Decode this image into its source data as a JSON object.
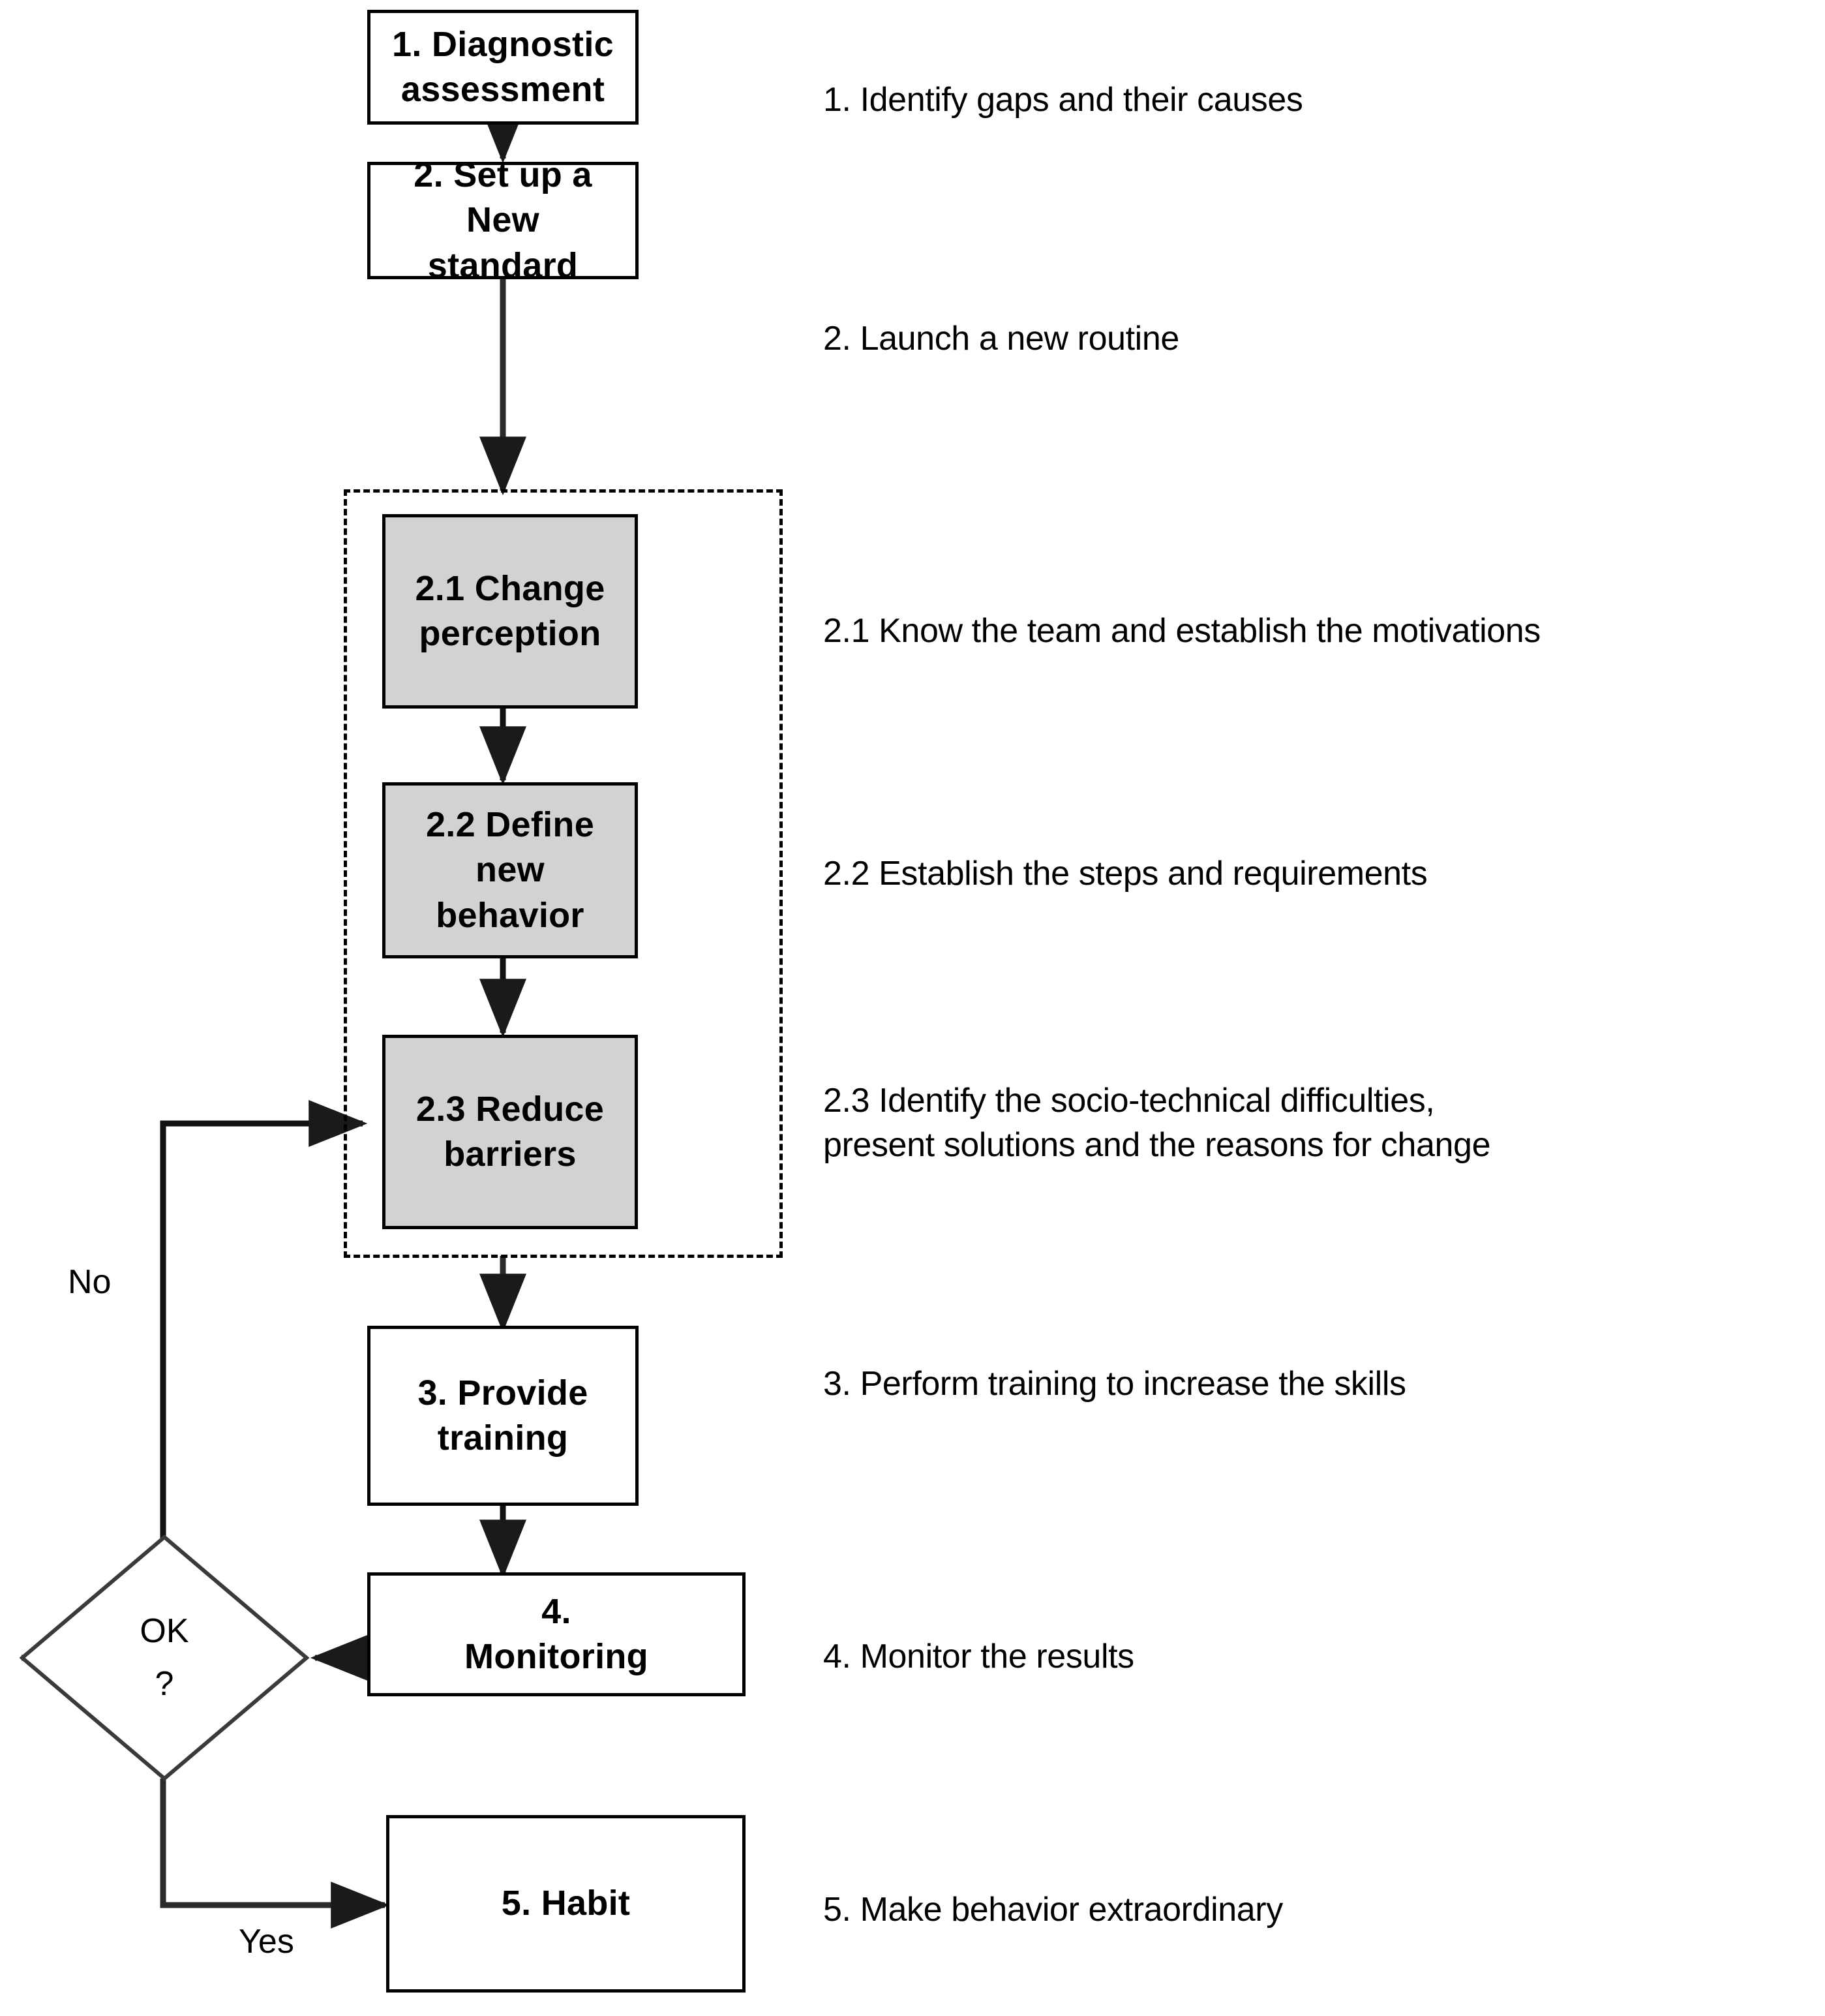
{
  "diagram": {
    "type": "flowchart",
    "title": "Behavior change implementation flowchart",
    "colors": {
      "node_fill": "#ffffff",
      "shaded_node_fill": "#d2d2d2",
      "stroke": "#000000",
      "background": "#ffffff"
    },
    "nodes": [
      {
        "id": "step1",
        "shape": "rectangle",
        "shaded": false,
        "lines": [
          "1. Diagnostic",
          "assessment"
        ]
      },
      {
        "id": "step2",
        "shape": "rectangle",
        "shaded": false,
        "lines": [
          "2. Set up  a",
          "New",
          "standard"
        ]
      },
      {
        "id": "step2_1",
        "shape": "rectangle",
        "shaded": true,
        "lines": [
          "2.1 Change",
          "perception"
        ]
      },
      {
        "id": "step2_2",
        "shape": "rectangle",
        "shaded": true,
        "lines": [
          "2.2 Define",
          "new",
          "behavior"
        ]
      },
      {
        "id": "step2_3",
        "shape": "rectangle",
        "shaded": true,
        "lines": [
          "2.3 Reduce",
          "barriers"
        ]
      },
      {
        "id": "step3",
        "shape": "rectangle",
        "shaded": false,
        "lines": [
          "3. Provide",
          "training"
        ]
      },
      {
        "id": "step4",
        "shape": "rectangle",
        "shaded": false,
        "lines": [
          "4.",
          "Monitoring"
        ]
      },
      {
        "id": "step5",
        "shape": "rectangle",
        "shaded": false,
        "lines": [
          "5. Habit"
        ]
      }
    ],
    "decision": {
      "id": "ok_decision",
      "shape": "diamond",
      "line1": "OK",
      "line2": "?"
    },
    "edge_labels": {
      "no": "No",
      "yes": "Yes"
    },
    "descriptions": [
      {
        "id": "desc1",
        "text": "1. Identify gaps and their causes"
      },
      {
        "id": "desc2",
        "text": "2. Launch a new routine"
      },
      {
        "id": "desc2_1",
        "text": "2.1 Know the team and establish the motivations"
      },
      {
        "id": "desc2_2",
        "text": "2.2 Establish  the steps and requirements"
      },
      {
        "id": "desc2_3",
        "text": "2.3  Identify the socio-technical difficulties,\npresent solutions and the reasons for change"
      },
      {
        "id": "desc3",
        "text": "3. Perform training to increase the skills"
      },
      {
        "id": "desc4",
        "text": "4. Monitor the results"
      },
      {
        "id": "desc5",
        "text": "5. Make behavior extraordinary"
      }
    ]
  }
}
